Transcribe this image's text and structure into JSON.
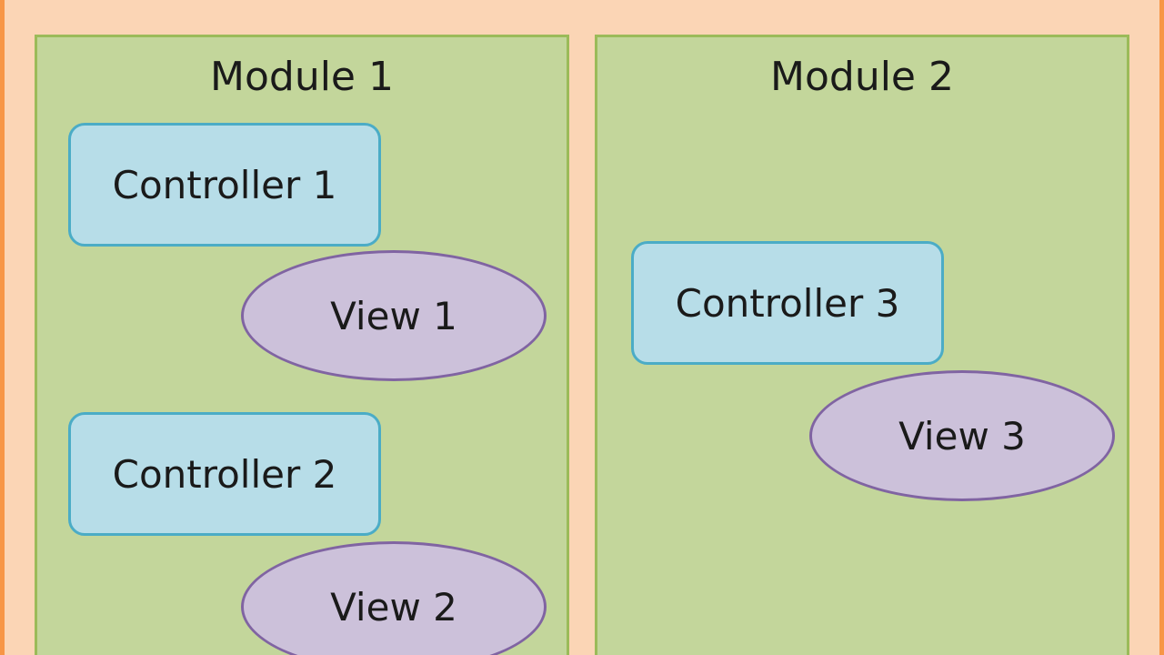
{
  "modules": [
    {
      "title": "Module 1",
      "controllers": [
        "Controller 1",
        "Controller 2"
      ],
      "views": [
        "View 1",
        "View 2"
      ]
    },
    {
      "title": "Module 2",
      "controllers": [
        "Controller 3"
      ],
      "views": [
        "View 3"
      ]
    }
  ],
  "colors": {
    "background": "#fbd5b5",
    "outer_border": "#f79646",
    "module_fill": "#c3d69b",
    "module_border": "#9bbb59",
    "controller_fill": "#b7dde8",
    "controller_border": "#4bacc6",
    "view_fill": "#ccc1da",
    "view_border": "#8064a2"
  }
}
